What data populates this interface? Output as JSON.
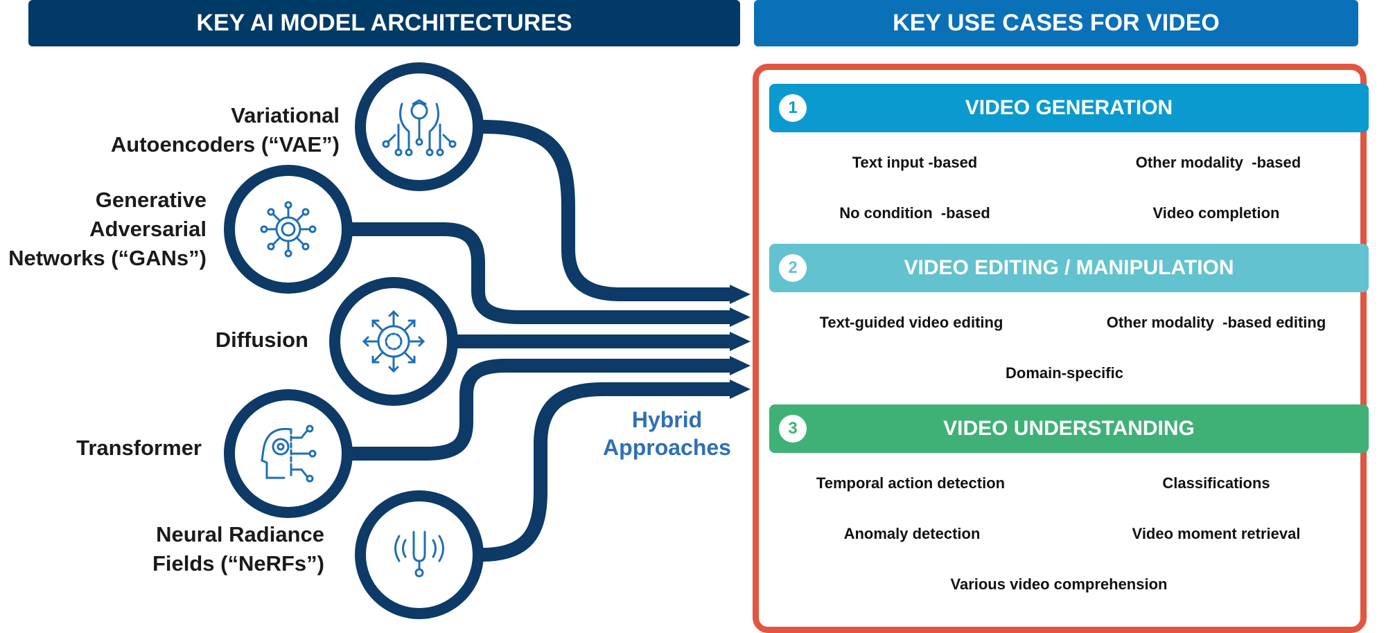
{
  "headers": {
    "left": "KEY AI MODEL ARCHITECTURES",
    "right": "KEY USE CASES FOR VIDEO"
  },
  "architectures": [
    {
      "label": "Variational\nAutoencoders (“VAE”)",
      "icon": "neural-chip-icon"
    },
    {
      "label": "Generative\nAdversarial\nNetworks (“GANs”)",
      "icon": "network-node-icon"
    },
    {
      "label": "Diffusion",
      "icon": "diffusion-burst-icon"
    },
    {
      "label": "Transformer",
      "icon": "ai-head-icon"
    },
    {
      "label": "Neural Radiance\nFields (“NeRFs”)",
      "icon": "tuning-fork-icon"
    }
  ],
  "hybrid_label": "Hybrid\nApproaches",
  "categories": [
    {
      "number": "1",
      "title": "VIDEO GENERATION",
      "color": "#0b9ad0",
      "items": [
        "Text input -based",
        "Other modality  -based",
        "No condition  -based",
        "Video completion"
      ]
    },
    {
      "number": "2",
      "title": "VIDEO EDITING / MANIPULATION",
      "color": "#63c2cf",
      "items": [
        "Text-guided video editing",
        "Other modality  -based editing",
        "Domain-specific"
      ]
    },
    {
      "number": "3",
      "title": "VIDEO UNDERSTANDING",
      "color": "#3fb176",
      "items": [
        "Temporal action detection",
        "Classifications",
        "Anomaly detection",
        "Video moment retrieval",
        "Various video comprehension"
      ]
    }
  ],
  "colors": {
    "navy": "#0d3a66",
    "circle_ring": "#0d3a66",
    "icon": "#1f6fb5",
    "panel_border": "#e25540"
  }
}
